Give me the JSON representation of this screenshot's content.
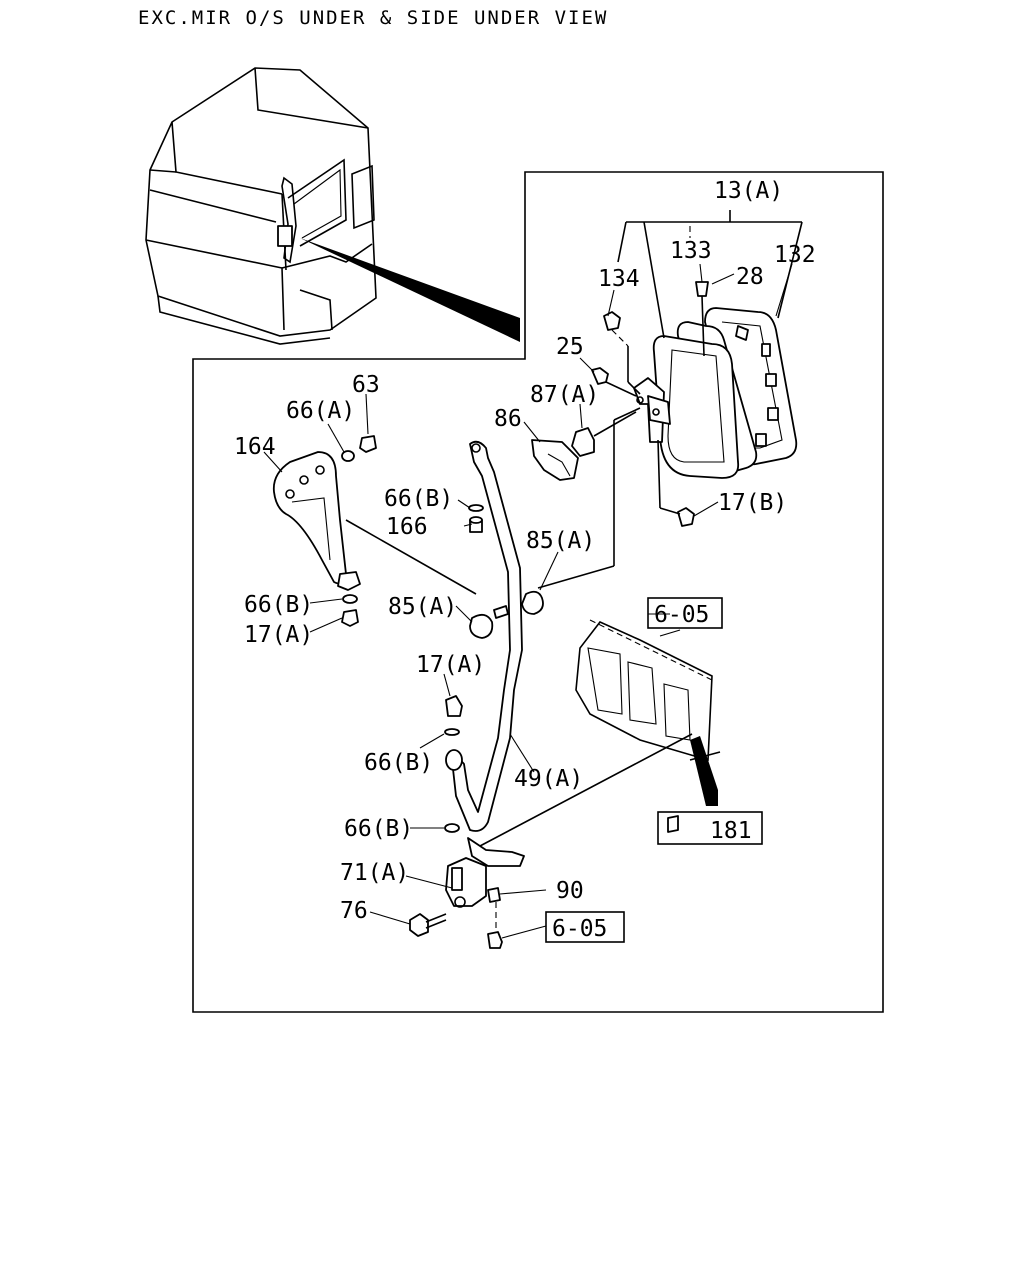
{
  "title": "EXC.MIR O/S UNDER & SIDE UNDER VIEW",
  "callouts": {
    "c13a": "13(A)",
    "c133": "133",
    "c132": "132",
    "c134": "134",
    "c28": "28",
    "c25": "25",
    "c87a": "87(A)",
    "c86": "86",
    "c63": "63",
    "c66a": "66(A)",
    "c164": "164",
    "c66b_1": "66(B)",
    "c166": "166",
    "c85a_1": "85(A)",
    "c17b": "17(B)",
    "c66b_2": "66(B)",
    "c17a_1": "17(A)",
    "c85a_2": "85(A)",
    "c605_1": "6-05",
    "c17a_2": "17(A)",
    "c66b_3": "66(B)",
    "c49a": "49(A)",
    "c181": "181",
    "c66b_4": "66(B)",
    "c71a": "71(A)",
    "c90": "90",
    "c76": "76",
    "c605_2": "6-05"
  }
}
